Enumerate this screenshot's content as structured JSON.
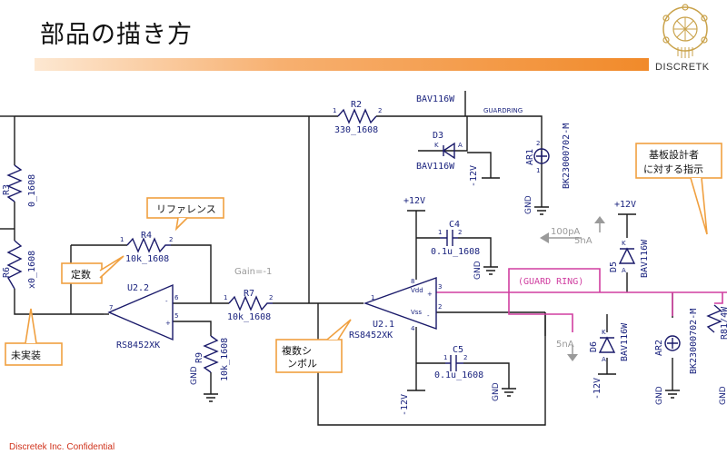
{
  "slide": {
    "title": "部品の描き方",
    "logo_text": "DISCRETK",
    "footer": "Discretek Inc. Confidential"
  },
  "callouts": {
    "reference": "リファレンス",
    "constant": "定数",
    "not_mounted": "未実装",
    "multi_symbol_1": "複数シ",
    "multi_symbol_2": "ンボル",
    "designer_1": "基板設計者",
    "designer_2": "に対する指示"
  },
  "labels": {
    "gain": "Gain=-1",
    "guard_ring_net": "GUARDRING",
    "guard_ring_label": "(GUARD RING)",
    "current_100pa": "100pA",
    "current_5na_top": "5nA",
    "current_5na_bottom": "5nA"
  },
  "components": {
    "r2_ref": "R2",
    "r2_val": "330_1608",
    "r3_ref": "R3",
    "r3_val": "0_1608",
    "r4_ref": "R4",
    "r4_val": "10k_1608",
    "r6_ref": "R6",
    "r6_val": "x0_1608",
    "r7_ref": "R7",
    "r7_val": "10k_1608",
    "r8_ref": "R8",
    "r8_val": "1/4W",
    "r9_ref": "R9",
    "r9_val": "10k_1608",
    "c4_ref": "C4",
    "c4_val": "0.1u_1608",
    "c5_ref": "C5",
    "c5_val": "0.1u_1608",
    "d3_ref": "D3",
    "d3_val": "BAV116W",
    "d3_top": "BAV116W",
    "d5_ref": "D5",
    "d5_val": "BAV116W",
    "d6_ref": "D6",
    "d6_val": "BAV116W",
    "ar1_ref": "AR1",
    "ar1_val": "BK23000702-M",
    "ar2_ref": "AR2",
    "ar2_val": "BK23000702-M",
    "u22_ref": "U2.2",
    "u22_val": "RS8452XK",
    "u21_ref": "U2.1",
    "u21_val": "RS8452XK",
    "vdd_pin": "Vdd",
    "vss_pin": "Vss"
  },
  "power": {
    "p12v_1": "+12V",
    "p12v_2": "+12V",
    "m12v_d3": "-12V",
    "m12v_c5": "-12V",
    "m12v_d6": "-12V",
    "gnd": "GND"
  }
}
